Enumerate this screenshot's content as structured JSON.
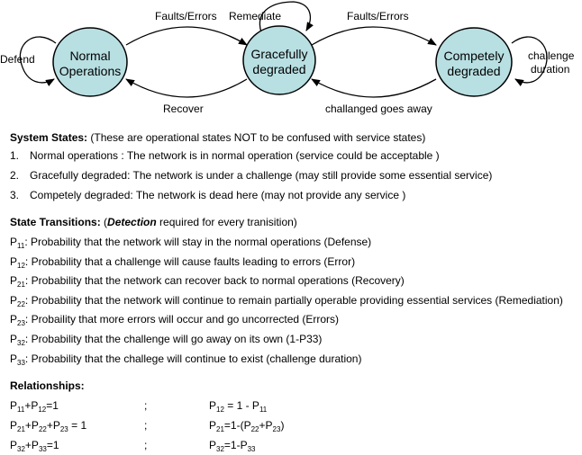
{
  "diagram": {
    "nodes": {
      "normal": {
        "line1": "Normal",
        "line2": "Operations"
      },
      "graceful": {
        "line1": "Gracefully",
        "line2": "degraded"
      },
      "competely": {
        "line1": "Competely",
        "line2": "degraded"
      }
    },
    "edges": {
      "faults_errors_1": "Faults/Errors",
      "faults_errors_2": "Faults/Errors",
      "remediate": "Remediate",
      "defend": "Defend",
      "challenge_line1": "challenge",
      "challenge_line2": "duration",
      "recover": "Recover",
      "challenge_away": "challanged goes away"
    },
    "node_fill": "#b8dfe2",
    "stroke": "#000000"
  },
  "states": {
    "heading": "System States:",
    "heading_note": " (These are operational states NOT to be confused with service states)",
    "items": [
      {
        "num": "1.",
        "text": "Normal operations :    The network is in normal operation  (service could be acceptable )"
      },
      {
        "num": "2.",
        "text": "Gracefully degraded:  The network is under a challenge  (may still provide some essential service)"
      },
      {
        "num": "3.",
        "text": "Competely degraded: The network is dead here    (may not provide any service )"
      }
    ]
  },
  "transitions": {
    "heading": "State Transitions:",
    "note_open": " (",
    "note_em": "Detection",
    "note_rest": " required for every tranisition)",
    "items": [
      {
        "p": "P",
        "sub": "11",
        "text": ": Probability that the network will stay in the normal operations (Defense)"
      },
      {
        "p": "P",
        "sub": "12",
        "text": ": Probability that a challenge will cause faults leading to errors (Error)"
      },
      {
        "p": "P",
        "sub": "21",
        "text": ": Probability that the network can recover back to normal operations (Recovery)"
      },
      {
        "p": "P",
        "sub": "22",
        "text": ": Probability that the network will continue to remain partially operable providing essential services (Remediation)"
      },
      {
        "p": "P",
        "sub": "23",
        "text": ": Probaility that more errors will occur and go uncorrected (Errors)"
      },
      {
        "p": "P",
        "sub": "32",
        "text": ": Probability that the challenge will go away on its own (1-P33)"
      },
      {
        "p": "P",
        "sub": "33",
        "text": ": Probability that the challege will continue to exist    (challenge duration)"
      }
    ]
  },
  "relationships": {
    "heading": "Relationships:",
    "separator": ";",
    "rows": [
      {
        "left": [
          [
            "P",
            "11"
          ],
          [
            "+P",
            "12"
          ],
          [
            "=1",
            ""
          ]
        ],
        "right": [
          [
            "P",
            "12"
          ],
          [
            " = 1 - P",
            "11"
          ]
        ]
      },
      {
        "left": [
          [
            "P",
            "21"
          ],
          [
            "+P",
            "22"
          ],
          [
            "+P",
            "23"
          ],
          [
            " = 1",
            ""
          ]
        ],
        "right": [
          [
            "P",
            "21"
          ],
          [
            "=1-(P",
            "22"
          ],
          [
            "+P",
            "23"
          ],
          [
            ")",
            ""
          ]
        ]
      },
      {
        "left": [
          [
            "P",
            "32"
          ],
          [
            "+P",
            "33"
          ],
          [
            "=1",
            ""
          ]
        ],
        "right": [
          [
            "P",
            "32"
          ],
          [
            "=1-P",
            "33"
          ]
        ]
      }
    ]
  }
}
